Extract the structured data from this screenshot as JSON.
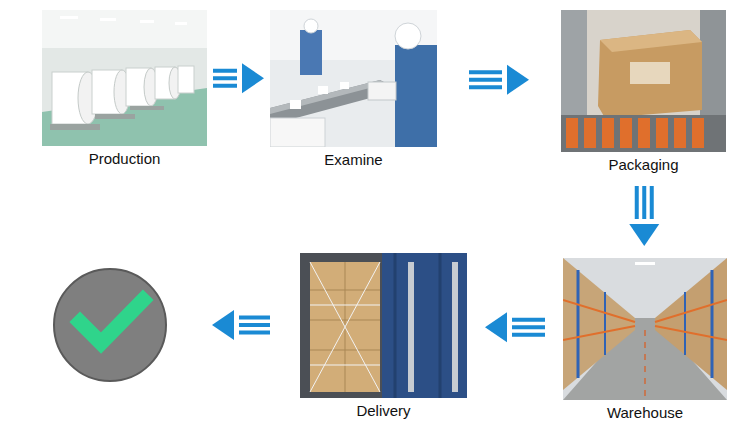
{
  "diagram": {
    "nodes": [
      {
        "text": [
          "Production"
        ]
      },
      {
        "text": [
          "Examine"
        ]
      },
      {
        "text": [
          "Packaging"
        ]
      },
      {
        "text": [
          "Warehouse"
        ]
      },
      {
        "text": [
          "Delivery"
        ]
      }
    ],
    "edges": [
      {
        "from": 0,
        "to": 1,
        "arrow": "to"
      },
      {
        "from": 1,
        "to": 2,
        "arrow": "to"
      },
      {
        "from": 2,
        "to": 3,
        "arrow": "to"
      },
      {
        "from": 3,
        "to": 4,
        "arrow": "to"
      }
    ]
  }
}
